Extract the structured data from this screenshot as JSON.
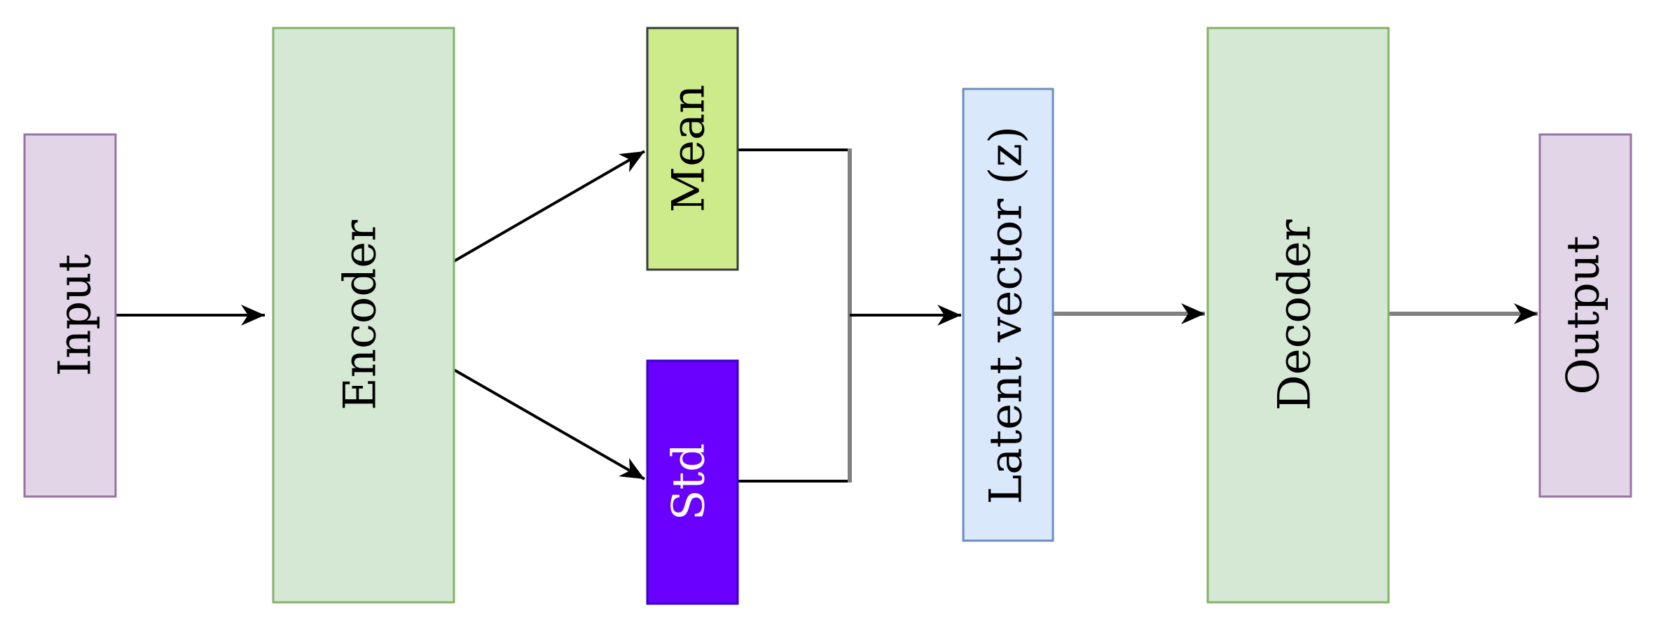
{
  "diagram": {
    "nodes": {
      "input": {
        "label": "Input",
        "fill": "#e1d5e7",
        "stroke": "#9673a6",
        "text_color": "#000000"
      },
      "encoder": {
        "label": "Encoder",
        "fill": "#d5e8d4",
        "stroke": "#82b366",
        "text_color": "#000000"
      },
      "mean": {
        "label": "Mean",
        "fill": "#cdeb8b",
        "stroke": "#36393d",
        "text_color": "#000000"
      },
      "std": {
        "label": "Std",
        "fill": "#6a00ff",
        "stroke": "#3700cc",
        "text_color": "#ffffff"
      },
      "latent": {
        "label": "Latent vector (z)",
        "fill": "#dae8fc",
        "stroke": "#6c8ebf",
        "text_color": "#000000"
      },
      "decoder": {
        "label": "Decoder",
        "fill": "#d5e8d4",
        "stroke": "#82b366",
        "text_color": "#000000"
      },
      "output": {
        "label": "Output",
        "fill": "#e1d5e7",
        "stroke": "#9673a6",
        "text_color": "#000000"
      }
    },
    "edges": [
      {
        "from": "input",
        "to": "encoder"
      },
      {
        "from": "encoder",
        "to": "mean"
      },
      {
        "from": "encoder",
        "to": "std"
      },
      {
        "from": "mean",
        "to": "latent"
      },
      {
        "from": "std",
        "to": "latent"
      },
      {
        "from": "latent",
        "to": "decoder"
      },
      {
        "from": "decoder",
        "to": "output"
      }
    ],
    "colors": {
      "arrow_black": "#000000",
      "arrow_gray": "#808080"
    }
  }
}
